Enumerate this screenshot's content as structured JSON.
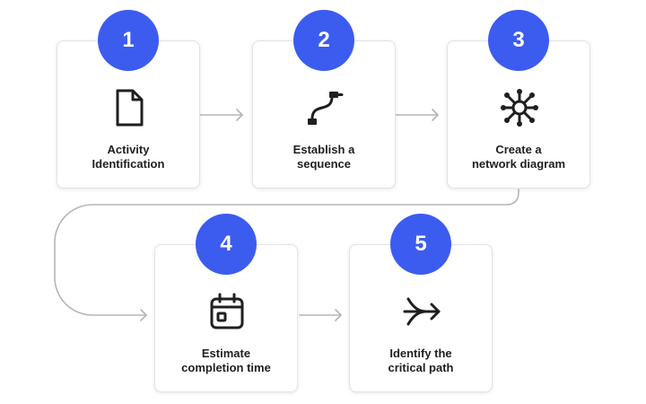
{
  "accent_color": "#3c5cf0",
  "steps": [
    {
      "number": "1",
      "line1": "Activity",
      "line2": "Identification",
      "icon": "document-icon"
    },
    {
      "number": "2",
      "line1": "Establish a",
      "line2": "sequence",
      "icon": "curve-path-icon"
    },
    {
      "number": "3",
      "line1": "Create a",
      "line2": "network diagram",
      "icon": "network-node-icon"
    },
    {
      "number": "4",
      "line1": "Estimate",
      "line2": "completion time",
      "icon": "calendar-icon"
    },
    {
      "number": "5",
      "line1": "Identify the",
      "line2": "critical path",
      "icon": "merge-arrow-icon"
    }
  ]
}
